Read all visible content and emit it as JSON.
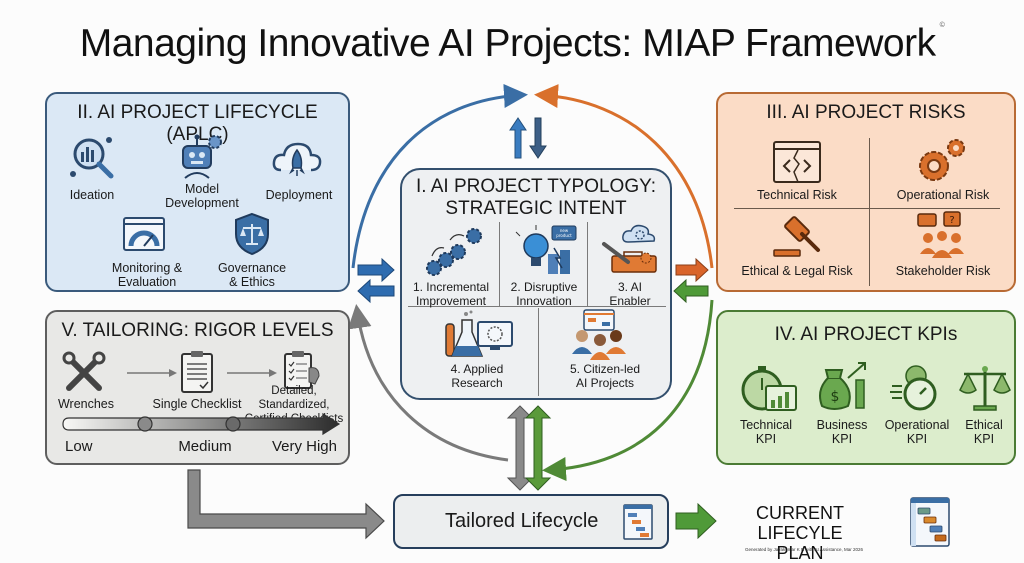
{
  "title": "Managing Innovative AI Projects: MIAP Framework",
  "title_mark": "©",
  "colors": {
    "lifecycle_blue": "#3a6ea5",
    "risk_orange": "#d9702c",
    "kpi_green": "#4f8a36",
    "tailoring_grey": "#7a7a7a"
  },
  "typology": {
    "title_line1": "I. AI PROJECT TYPOLOGY:",
    "title_line2": "STRATEGIC INTENT",
    "items": [
      {
        "line1": "1. Incremental",
        "line2": "Improvement",
        "icon": "gears-progression-icon"
      },
      {
        "line1": "2. Disruptive",
        "line2": "Innovation",
        "icon": "lightbulb-disruption-icon",
        "badge": "new product"
      },
      {
        "line1": "3. AI",
        "line2": "Enabler",
        "icon": "toolbox-cloud-icon"
      },
      {
        "line1": "4. Applied",
        "line2": "Research",
        "icon": "lab-flask-monitor-icon"
      },
      {
        "line1": "5. Citizen-led",
        "line2": "AI Projects",
        "icon": "citizens-group-icon"
      }
    ]
  },
  "lifecycle": {
    "title": "II. AI PROJECT LIFECYCLE (APLC)",
    "items": [
      {
        "line1": "Ideation",
        "line2": "",
        "icon": "magnifier-chart-icon"
      },
      {
        "line1": "Model",
        "line2": "Development",
        "icon": "robot-gear-icon"
      },
      {
        "line1": "Deployment",
        "line2": "",
        "icon": "cloud-rocket-icon"
      },
      {
        "line1": "Monitoring &",
        "line2": "Evaluation",
        "icon": "gauge-window-icon"
      },
      {
        "line1": "Governance",
        "line2": "& Ethics",
        "icon": "shield-scales-icon"
      }
    ]
  },
  "risks": {
    "title": "III. AI PROJECT RISKS",
    "items": [
      {
        "label": "Technical Risk",
        "icon": "broken-code-window-icon"
      },
      {
        "label": "Operational Risk",
        "icon": "gears-icon"
      },
      {
        "label": "Ethical & Legal Risk",
        "icon": "gavel-icon"
      },
      {
        "label": "Stakeholder Risk",
        "icon": "stakeholders-chat-icon"
      }
    ]
  },
  "kpis": {
    "title": "IV. AI PROJECT KPIs",
    "items": [
      {
        "line1": "Technical",
        "line2": "KPI",
        "icon": "stopwatch-chart-icon"
      },
      {
        "line1": "Business",
        "line2": "KPI",
        "icon": "money-bag-growth-icon"
      },
      {
        "line1": "Operational",
        "line2": "KPI",
        "icon": "speed-stopwatch-icon"
      },
      {
        "line1": "Ethical",
        "line2": "KPI",
        "icon": "balance-scale-icon"
      }
    ]
  },
  "tailoring": {
    "title": "V. TAILORING: RIGOR LEVELS",
    "items": [
      {
        "line1": "Wrenches",
        "line2": "",
        "icon": "crossed-wrenches-icon"
      },
      {
        "line1": "Single Checklist",
        "line2": "",
        "icon": "clipboard-icon"
      },
      {
        "line1": "Detailed, Standardized,",
        "line2": "Certified Checklists",
        "icon": "certified-checklist-icon"
      }
    ],
    "levels": [
      "Low",
      "Medium",
      "Very High"
    ]
  },
  "bottom": {
    "tailored_label": "Tailored Lifecycle",
    "current_line1": "CURRENT",
    "current_line2": "LIFECYLE PLAN",
    "credit": "Generated by Jayakumar K R with AI Assistance, Mar 2026"
  }
}
